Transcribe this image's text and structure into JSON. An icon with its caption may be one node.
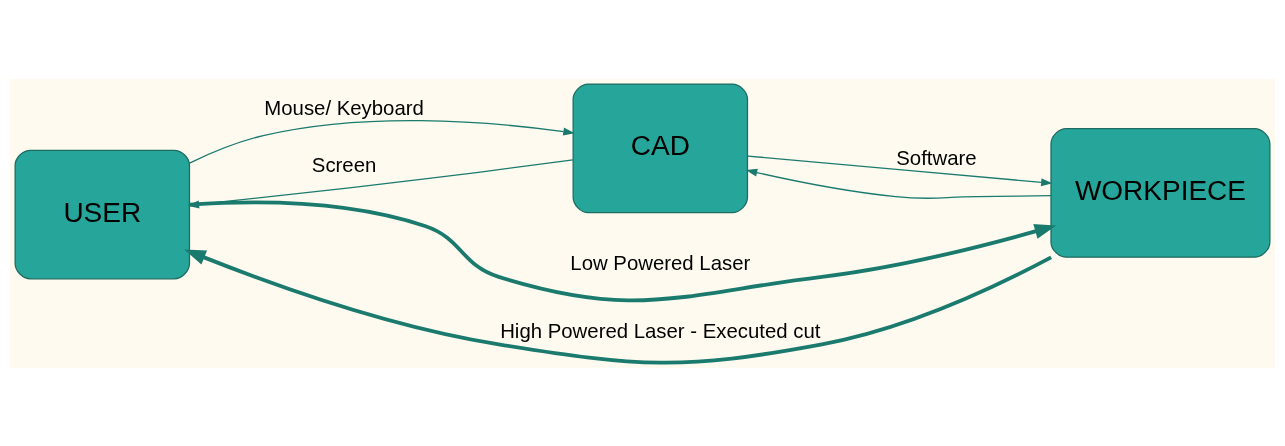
{
  "diagram": {
    "nodes": [
      {
        "text": [
          "USER"
        ]
      },
      {
        "text": [
          "CAD"
        ]
      },
      {
        "text": [
          "WORKPIECE"
        ]
      }
    ],
    "edges": [
      {
        "from": 0,
        "to": 1,
        "arrow": "to",
        "label": "Mouse/ Keyboard"
      },
      {
        "from": 1,
        "to": 0,
        "arrow": "to",
        "label": "Screen"
      },
      {
        "from": 1,
        "to": 2,
        "arrow": "to",
        "label": "Software"
      },
      {
        "from": 2,
        "to": 1,
        "arrow": "to"
      },
      {
        "from": 0,
        "to": 2,
        "arrow": "to",
        "label": "Low Powered Laser",
        "style": "thick"
      },
      {
        "from": 2,
        "to": 0,
        "arrow": "to",
        "label": "High Powered Laser - Executed cut",
        "style": "thick"
      }
    ]
  }
}
